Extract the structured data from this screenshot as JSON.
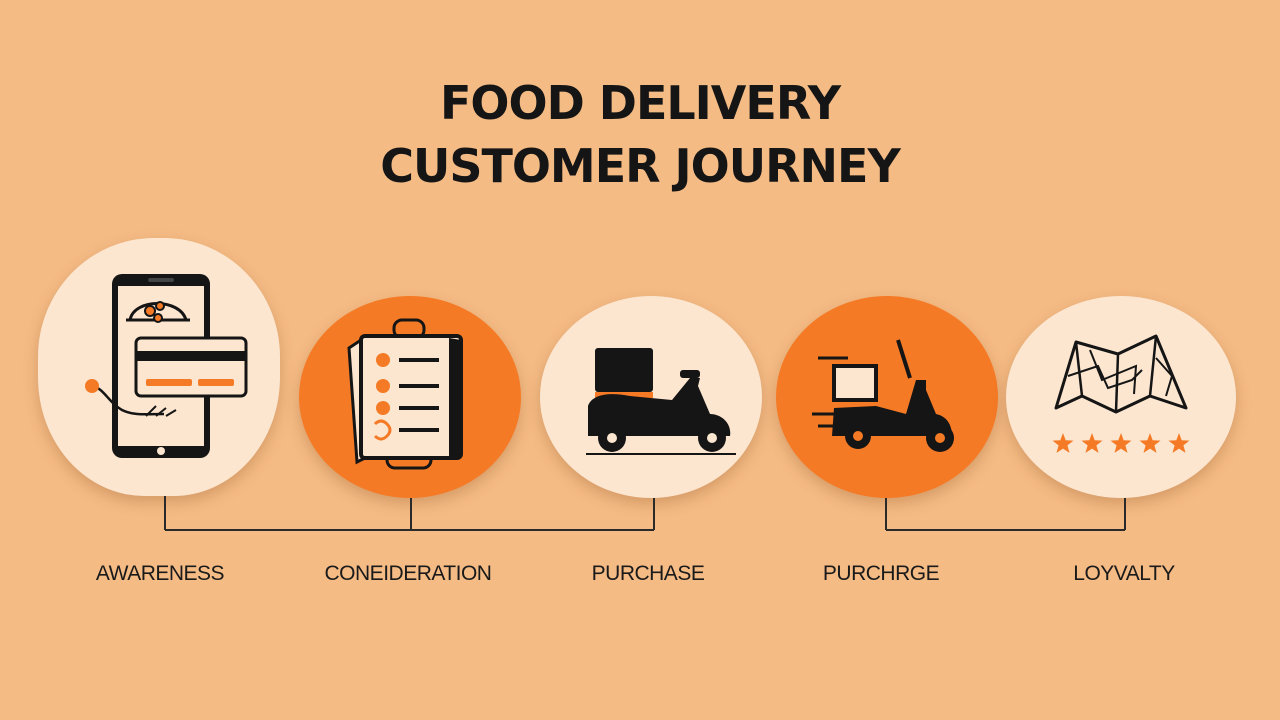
{
  "title": {
    "line1": "FOOD DELIVERY",
    "line2": "CUSTOMER JOURNEY"
  },
  "colors": {
    "background": "#F5BB85",
    "accent_orange": "#F57A25",
    "light_circle": "#FCE6D0",
    "ink": "#151515"
  },
  "stages": [
    {
      "label": "AWARENESS",
      "icon": "smartphone-payment-icon",
      "style": "light"
    },
    {
      "label": "CONEIDERATION",
      "icon": "menu-card-icon",
      "style": "orange"
    },
    {
      "label": "PURCHASE",
      "icon": "delivery-scooter-icon",
      "style": "light"
    },
    {
      "label": "PURCHRGE",
      "icon": "fast-delivery-scooter-icon",
      "style": "orange"
    },
    {
      "label": "LOYVALTY",
      "icon": "map-stars-icon",
      "style": "light"
    }
  ],
  "rating": {
    "stars": 5
  }
}
